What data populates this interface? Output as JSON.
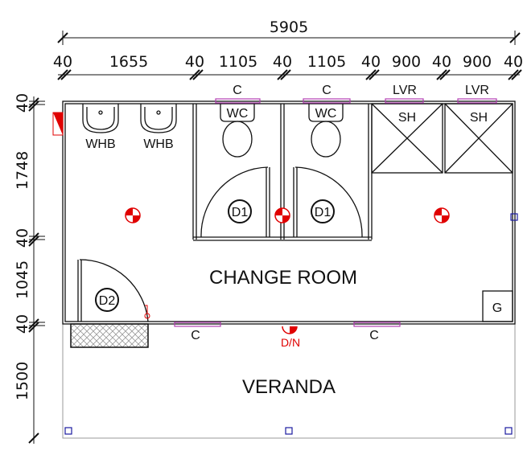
{
  "dimensions": {
    "overall": "5905",
    "top": [
      "40",
      "1655",
      "40",
      "1105",
      "40",
      "1105",
      "40",
      "900",
      "40",
      "900",
      "40"
    ],
    "left": [
      "40",
      "1748",
      "40",
      "1045",
      "40",
      "1500"
    ]
  },
  "fixtures": {
    "whb": [
      "WHB",
      "WHB"
    ],
    "wc": [
      "WC",
      "WC"
    ],
    "shower": [
      "SH",
      "SH"
    ],
    "doors": [
      "D1",
      "D1",
      "D2"
    ],
    "geyser": "G"
  },
  "windows": {
    "top": [
      "C",
      "C",
      "LVR",
      "LVR"
    ],
    "bottom": [
      "C",
      "C"
    ]
  },
  "rooms": {
    "change_room": "CHANGE ROOM",
    "veranda": "VERANDA"
  },
  "electrical": {
    "dn_label": "D/N"
  },
  "colors": {
    "fixture_red": "#e00000",
    "window": "#b03cb0",
    "point_blue": "#1a1aa0"
  }
}
